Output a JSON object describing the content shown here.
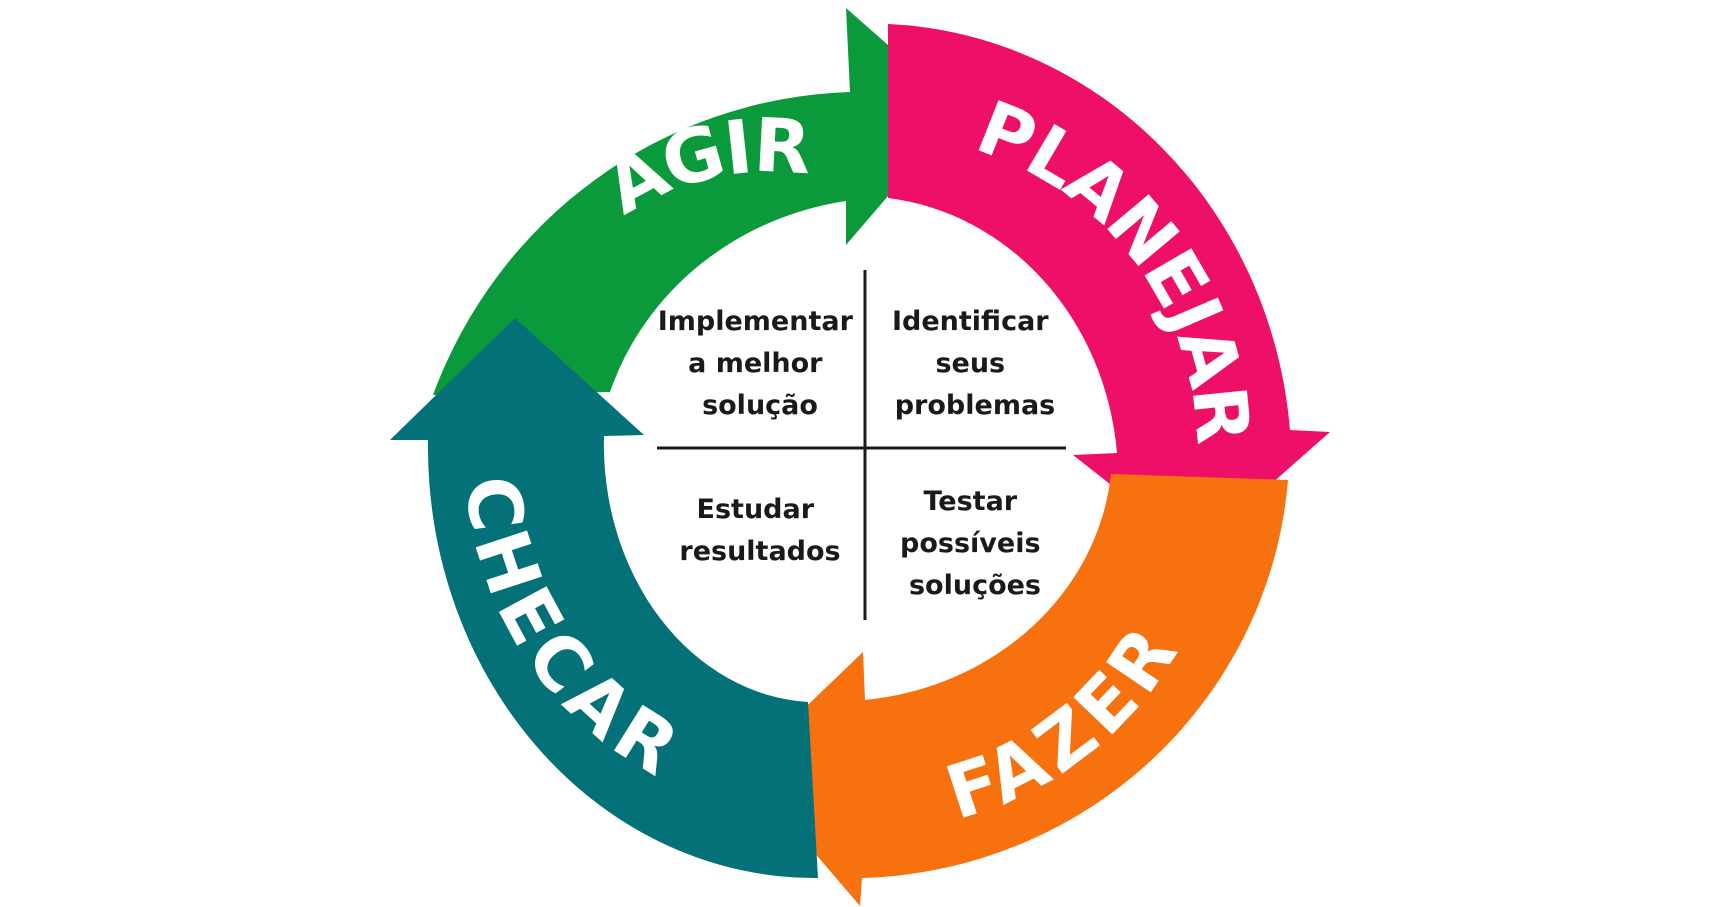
{
  "cycle": {
    "stages": [
      {
        "id": "planejar",
        "label": "PLANEJAR",
        "color": "#EE0F68"
      },
      {
        "id": "fazer",
        "label": "FAZER",
        "color": "#F7710F"
      },
      {
        "id": "checar",
        "label": "CHECAR",
        "color": "#047178"
      },
      {
        "id": "agir",
        "label": "AGIR",
        "color": "#0A9A3C"
      }
    ]
  },
  "center": {
    "top_left": [
      "Implementar",
      "a melhor",
      "solução"
    ],
    "top_right": [
      "Identificar",
      "seus",
      "problemas"
    ],
    "bottom_left": [
      "Estudar",
      "resultados"
    ],
    "bottom_right": [
      "Testar",
      "possíveis",
      "soluções"
    ]
  }
}
